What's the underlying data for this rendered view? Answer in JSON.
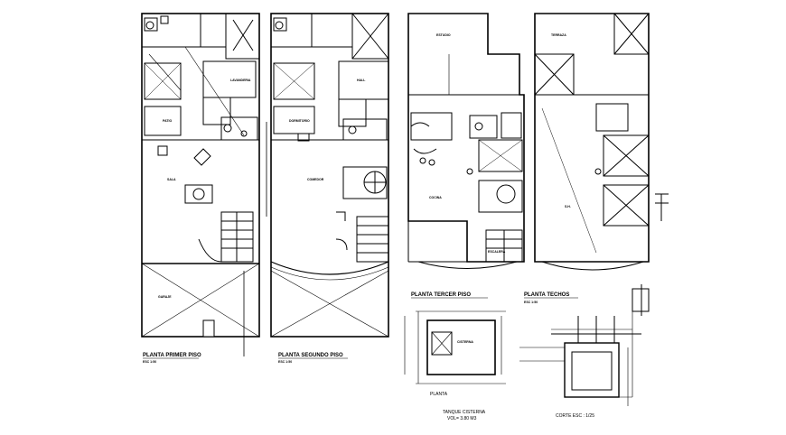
{
  "drawing": {
    "line_color": "#000000",
    "background": "#ffffff"
  },
  "plans": [
    {
      "title": "PLANTA PRIMER PISO",
      "scale": "ESC 1:50"
    },
    {
      "title": "PLANTA SEGUNDO PISO",
      "scale": "ESC 1:50"
    },
    {
      "title": "PLANTA TERCER PISO",
      "scale": "ESC 1:50"
    },
    {
      "title": "PLANTA TECHOS",
      "scale": "ESC 1:50"
    }
  ],
  "cistern": {
    "room_label": "CISTERNA",
    "plan_label": "PLANTA",
    "title": "TANQUE CISTERNA",
    "volume": "VOL= 3.80 M3"
  },
  "section": {
    "caption": "CORTE ESC : 1/25"
  },
  "room_tags": [
    "SALA",
    "COMEDOR",
    "COCINA",
    "S.H.",
    "PATIO",
    "DORMITORIO",
    "ESTUDIO",
    "GARAJE",
    "TERRAZA",
    "LAVANDERIA",
    "HALL",
    "ESCALERA"
  ]
}
